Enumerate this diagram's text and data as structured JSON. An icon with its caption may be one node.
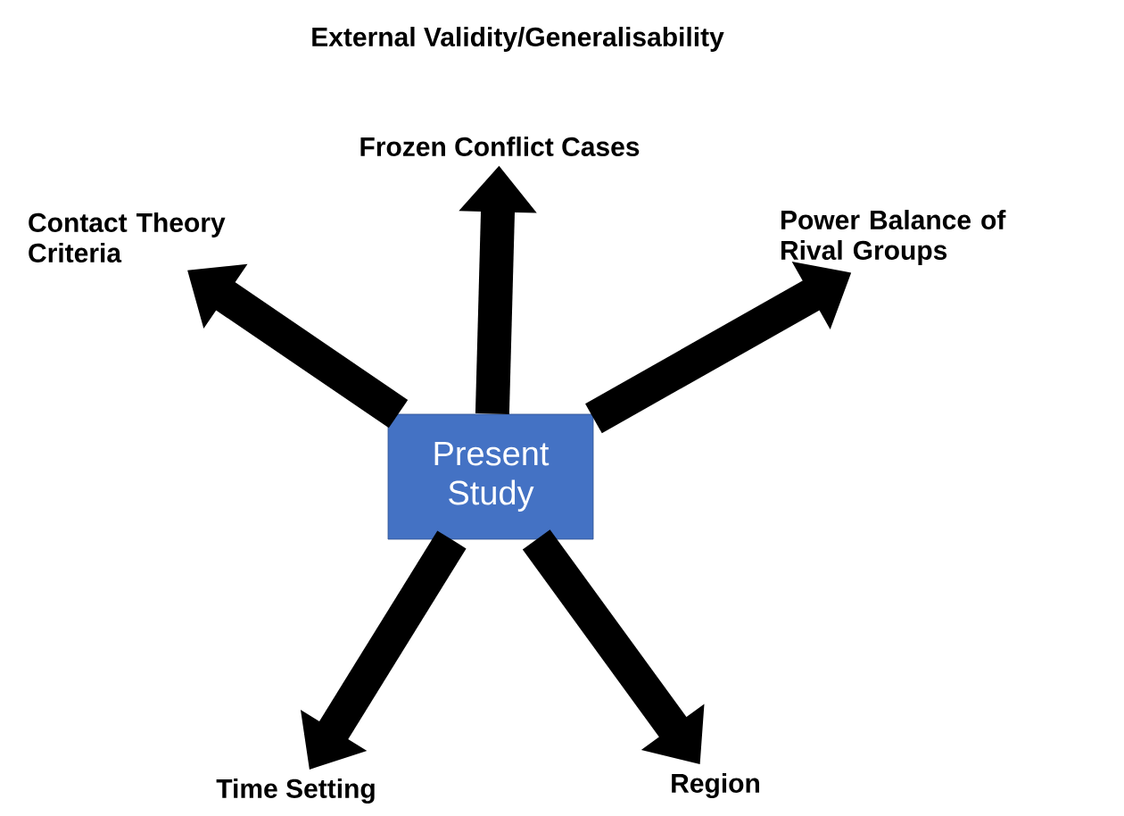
{
  "diagram": {
    "title": "External Validity/Generalisability",
    "nodes": [
      {
        "text": [
          "Present Study"
        ]
      },
      {
        "text": [
          "Frozen Conflict Cases"
        ]
      },
      {
        "text": [
          "Contact Theory Criteria"
        ]
      },
      {
        "text": [
          "Power Balance of Rival Groups"
        ]
      },
      {
        "text": [
          "Time Setting"
        ]
      },
      {
        "text": [
          "Region"
        ]
      }
    ],
    "edges": [
      {
        "from": 0,
        "to": 1,
        "arrow": "to"
      },
      {
        "from": 0,
        "to": 2,
        "arrow": "to"
      },
      {
        "from": 0,
        "to": 3,
        "arrow": "to"
      },
      {
        "from": 0,
        "to": 4,
        "arrow": "to"
      },
      {
        "from": 0,
        "to": 5,
        "arrow": "to"
      }
    ]
  }
}
